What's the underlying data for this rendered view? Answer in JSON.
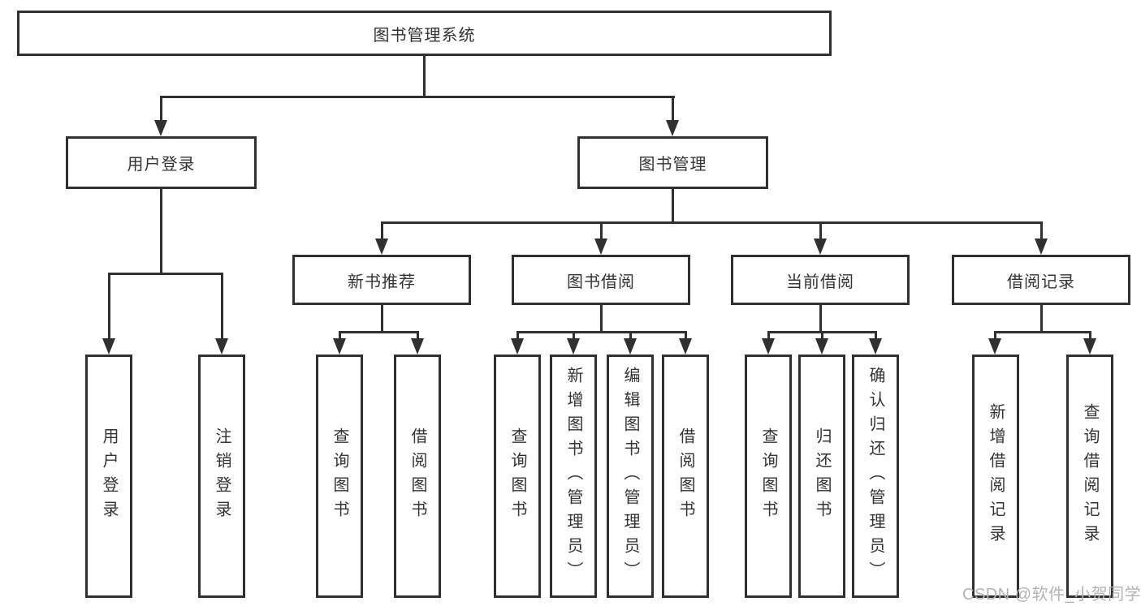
{
  "colors": {
    "line": "#303030",
    "text": "#333333",
    "background": "#ffffff",
    "watermark": "#b3b3b3"
  },
  "diagram": {
    "root": {
      "label": "图书管理系统"
    },
    "level2": [
      {
        "label": "用户登录"
      },
      {
        "label": "图书管理"
      }
    ],
    "level3": [
      {
        "label": "新书推荐"
      },
      {
        "label": "图书借阅"
      },
      {
        "label": "当前借阅"
      },
      {
        "label": "借阅记录"
      }
    ],
    "leaves": {
      "login": [
        {
          "label": "用户登录"
        },
        {
          "label": "注销登录"
        }
      ],
      "recommend": [
        {
          "label": "查询图书"
        },
        {
          "label": "借阅图书"
        }
      ],
      "borrow": [
        {
          "label": "查询图书"
        },
        {
          "label": "新增图书（管理员）"
        },
        {
          "label": "编辑图书（管理员）"
        },
        {
          "label": "借阅图书"
        }
      ],
      "current": [
        {
          "label": "查询图书"
        },
        {
          "label": "归还图书"
        },
        {
          "label": "确认归还（管理员）"
        }
      ],
      "records": [
        {
          "label": "新增借阅记录"
        },
        {
          "label": "查询借阅记录"
        }
      ]
    }
  },
  "watermark": {
    "text": "CSDN @软件_小贺同学"
  }
}
